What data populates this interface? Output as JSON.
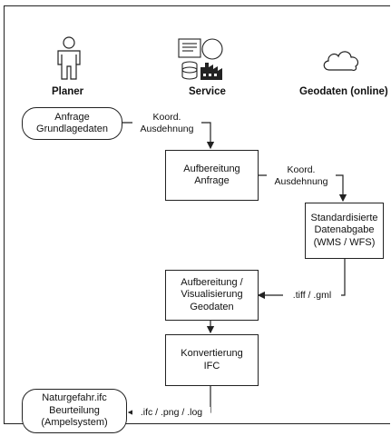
{
  "actors": {
    "planer": "Planer",
    "service": "Service",
    "geodaten": "Geodaten (online)"
  },
  "nodes": {
    "anfrage": "Anfrage\nGrundlagedaten",
    "aufbereitung_anfrage": "Aufbereitung\nAnfrage",
    "standardisierte": "Standardisierte\nDatenabgabe\n(WMS / WFS)",
    "aufbereitung_geodaten": "Aufbereitung /\nVisualisierung\nGeodaten",
    "konvertierung": "Konvertierung\nIFC",
    "naturgefahr": "Naturgefahr.ifc\nBeurteilung\n(Ampelsystem)"
  },
  "edges": {
    "koord1": "Koord.\nAusdehnung",
    "koord2": "Koord.\nAusdehnung",
    "tiff": ".tiff / .gml",
    "ifc": ".ifc / .png / .log"
  }
}
